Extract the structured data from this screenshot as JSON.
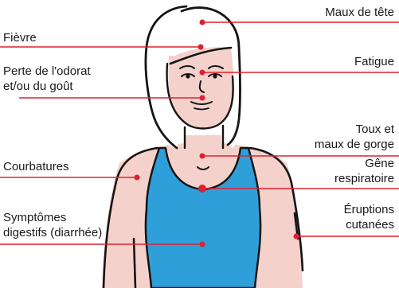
{
  "colors": {
    "accent": "#e0202f",
    "skin": "#f4d2cb",
    "top": "#2f9fd9",
    "outline": "#141414"
  },
  "labels": {
    "maux_de_tete": "Maux de tête",
    "fievre": "Fièvre",
    "perte_odorat_line1": "Perte de l'odorat",
    "perte_odorat_line2": "et/ou du goût",
    "fatigue": "Fatigue",
    "toux_line1": "Toux et",
    "toux_line2": "maux de gorge",
    "courbatures": "Courbatures",
    "gene_line1": "Gêne",
    "gene_line2": "respiratoire",
    "symptomes_line1": "Symptômes",
    "symptomes_line2": "digestifs (diarrhée)",
    "eruptions_line1": "Éruptions",
    "eruptions_line2": "cutanées"
  }
}
